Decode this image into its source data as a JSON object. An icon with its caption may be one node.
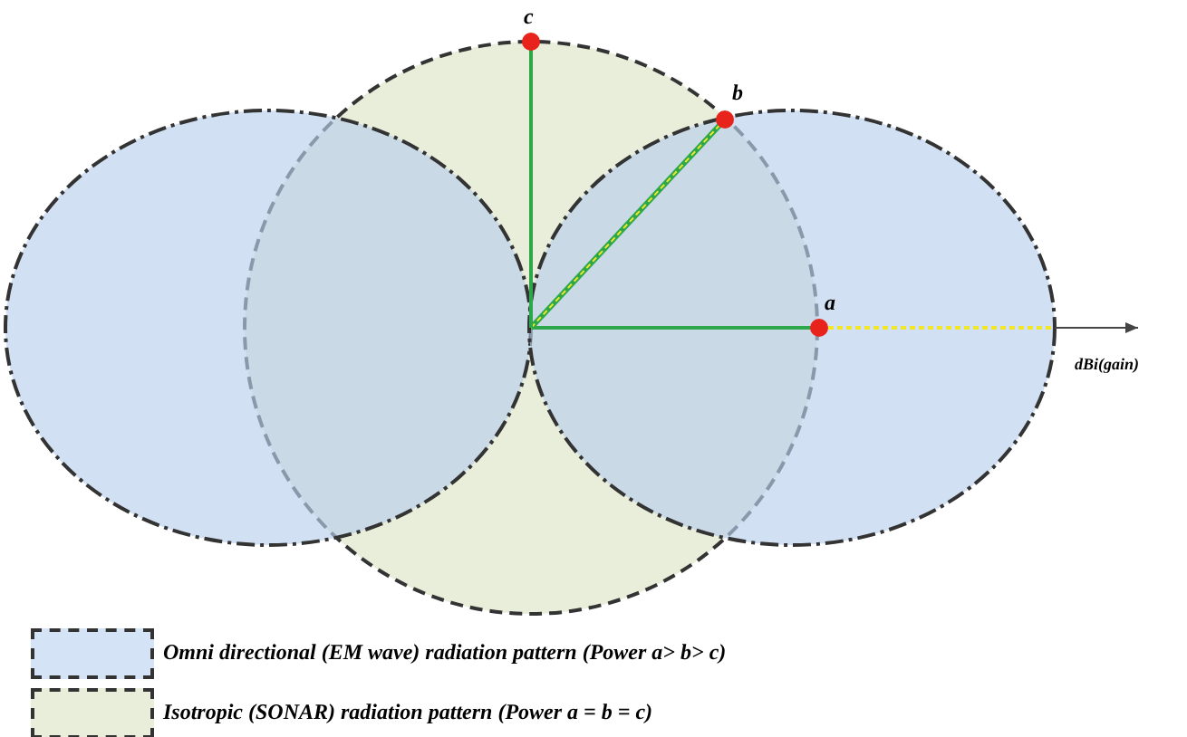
{
  "diagram": {
    "labels": [
      "c",
      "b",
      "a",
      "dBi(gain)"
    ],
    "legend": [
      {
        "text": "Omni directional (EM wave) radiation pattern (Power a> b> c)",
        "color": "#d4e3f5"
      },
      {
        "text": "Isotropic (SONAR) radiation pattern (Power a = b = c)",
        "color": "#e9eedb"
      }
    ]
  }
}
